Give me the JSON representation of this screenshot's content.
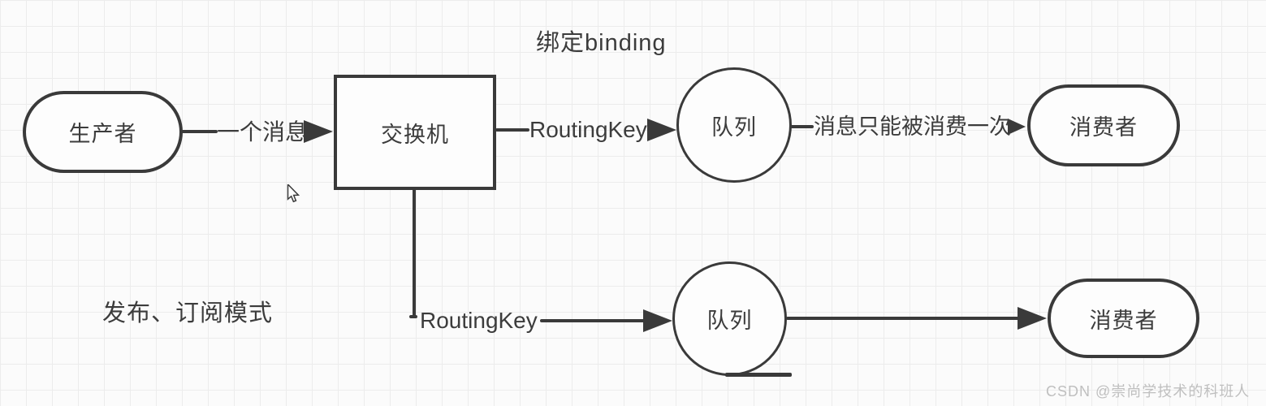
{
  "diagram": {
    "captions": {
      "binding": "绑定binding",
      "pattern": "发布、订阅模式"
    },
    "nodes": {
      "producer": {
        "label": "生产者",
        "shape": "stadium"
      },
      "exchange": {
        "label": "交换机",
        "shape": "rect"
      },
      "queue_top": {
        "label": "队列",
        "shape": "circle"
      },
      "consumer_top": {
        "label": "消费者",
        "shape": "stadium"
      },
      "queue_bottom": {
        "label": "队列",
        "shape": "circle"
      },
      "consumer_bottom": {
        "label": "消费者",
        "shape": "stadium"
      }
    },
    "edges": {
      "producer_to_exchange": {
        "label": "一个消息"
      },
      "exchange_to_queue_top": {
        "label": "RoutingKey"
      },
      "queue_top_to_consumer_top": {
        "label": "消息只能被消费一次"
      },
      "exchange_to_queue_bottom": {
        "label": "RoutingKey"
      }
    },
    "watermark": "CSDN @崇尚学技术的科班人",
    "colors": {
      "stroke": "#3a3a3a",
      "text": "#3c3c3c",
      "background": "#fbfbfb",
      "grid": "#ececec",
      "watermark": "#bfbfbf"
    }
  }
}
